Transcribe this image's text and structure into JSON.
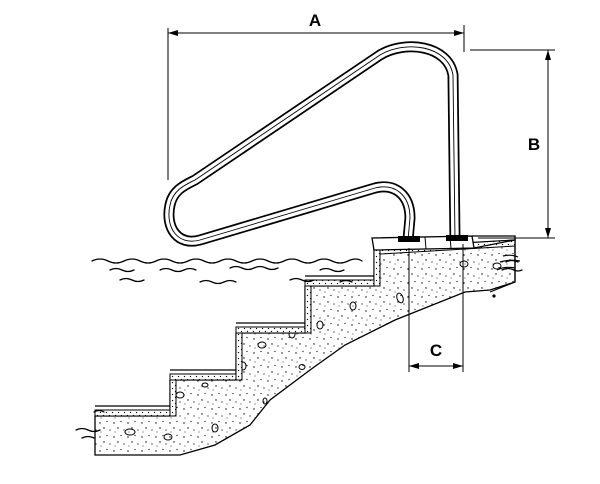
{
  "diagram": {
    "labels": {
      "a": "A",
      "b": "B",
      "c": "C"
    }
  },
  "colors": {
    "ink": "#000000",
    "background": "#ffffff",
    "concrete": "#f4f4f4"
  }
}
